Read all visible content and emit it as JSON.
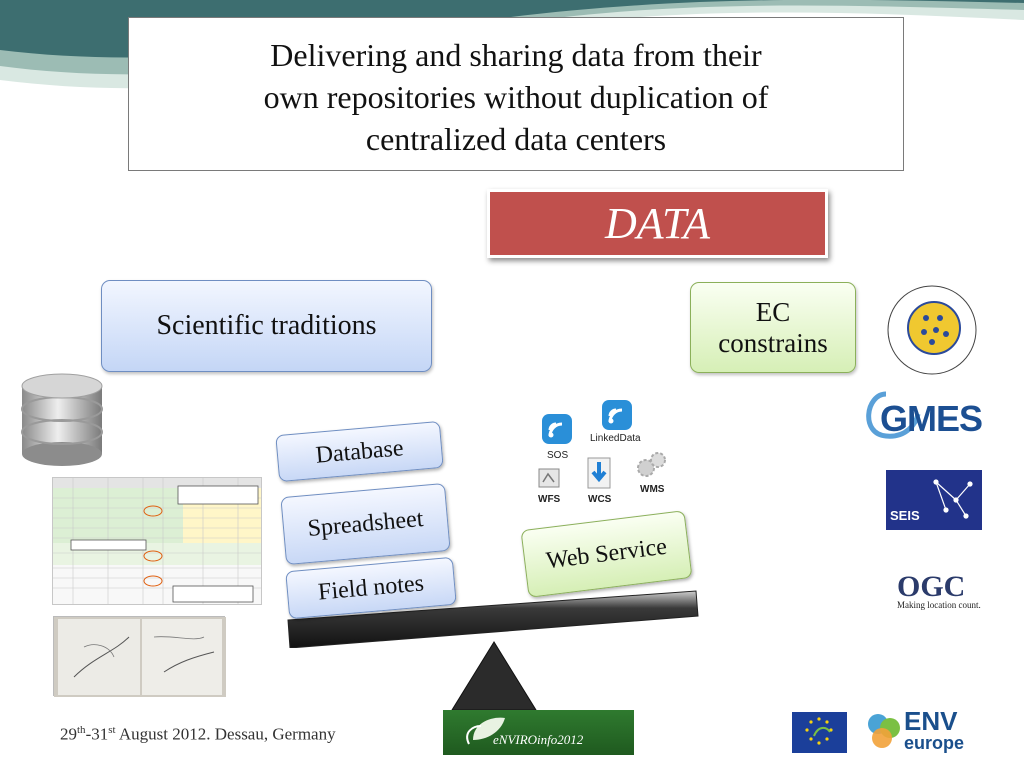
{
  "title": {
    "line1": "Delivering and sharing data from their",
    "line2": "own repositories without duplication of",
    "line3": "centralized data centers"
  },
  "data_box": {
    "label": "DATA"
  },
  "left_box": {
    "label": "Scientific traditions"
  },
  "right_box": {
    "line1": "EC",
    "line2": "constrains"
  },
  "tags": {
    "database": "Database",
    "spreadsheet": "Spreadsheet",
    "field_notes": "Field notes",
    "web_service": "Web Service"
  },
  "services": {
    "linkeddata": "LinkedData",
    "sos": "SOS",
    "wfs": "WFS",
    "wcs": "WCS",
    "wms": "WMS"
  },
  "logos": {
    "gmes": "GMES",
    "seis": "SEIS",
    "ogc": "OGC",
    "ogc_tagline": "Making location count.",
    "env": "ENV",
    "europe": "europe"
  },
  "footer": {
    "date_start": "29",
    "date_start_sup": "th",
    "date_sep": "-31",
    "date_end_sup": "st",
    "date_rest": " August 2012. Dessau, Germany"
  },
  "colors": {
    "data_red": "#c0504d",
    "blue_box": "#c4d6f6",
    "green_box": "#d6efb6"
  }
}
